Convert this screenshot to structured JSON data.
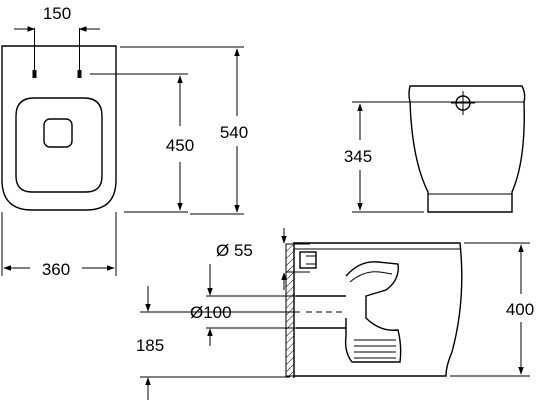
{
  "dimensions": {
    "top_width": "150",
    "seat_depth": "450",
    "overall_depth": "540",
    "overall_width": "360",
    "cistern_height": "345",
    "inlet_diameter": "Ø 55",
    "outlet_diameter": "Ø100",
    "outlet_height": "185",
    "bowl_height": "400"
  }
}
